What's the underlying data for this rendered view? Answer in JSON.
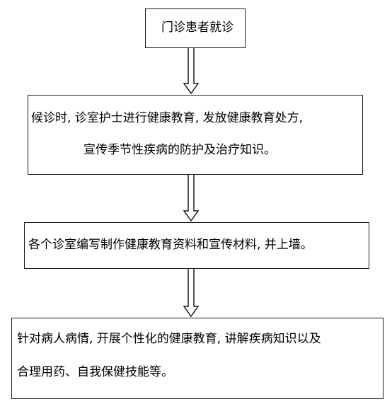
{
  "flowchart": {
    "steps": [
      {
        "lines": [
          "门诊患者就诊"
        ]
      },
      {
        "lines": [
          "候诊时, 诊室护士进行健康教育, 发放健康教育处方,",
          "宣传季节性疾病的防护及治疗知识。"
        ]
      },
      {
        "lines": [
          "各个诊室编写制作健康教育资料和宣传材料, 并上墙。"
        ]
      },
      {
        "lines": [
          "针对病人病情, 开展个性化的健康教育, 讲解疾病知识以及",
          "合理用药、自我保健技能等。"
        ]
      }
    ]
  },
  "colors": {
    "border": "#1a1a1a",
    "arrow": "#1a1a1a",
    "text": "#000000",
    "background": "#ffffff"
  }
}
